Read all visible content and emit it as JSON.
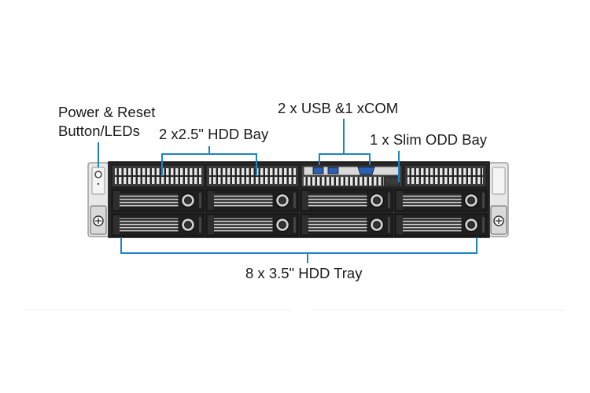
{
  "labels": {
    "power_reset_line1": "Power & Reset",
    "power_reset_line2": "Button/LEDs",
    "hdd_bay_25": "2 x2.5\" HDD Bay",
    "usb_com": "2 x USB &1 xCOM",
    "slim_odd": "1 x Slim ODD Bay",
    "hdd_tray_35": "8 x 3.5\" HDD Tray"
  },
  "colors": {
    "callout": "#1a86c6",
    "chassis_dark": "#1f1f1f",
    "chassis_mid": "#4a4a4a",
    "bezel": "#e8e8e8",
    "port_blue": "#2a5fb8"
  },
  "chassis": {
    "tray_count": 8,
    "hdd25_bay_count": 2
  }
}
